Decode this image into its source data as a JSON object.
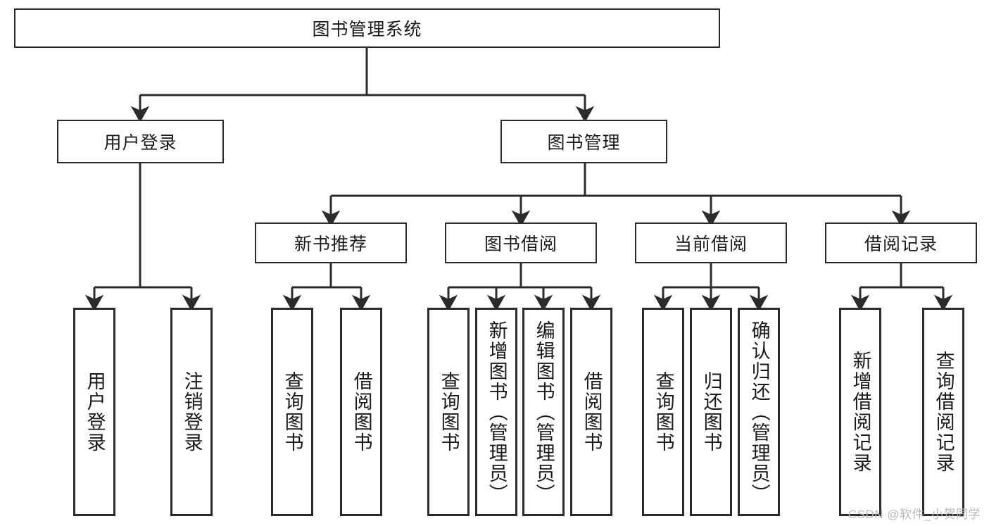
{
  "diagram": {
    "title": "图书管理系统",
    "type": "tree",
    "root": {
      "label": "图书管理系统"
    },
    "level2": [
      {
        "label": "用户登录"
      },
      {
        "label": "图书管理"
      }
    ],
    "level3": [
      {
        "label": "新书推荐"
      },
      {
        "label": "图书借阅"
      },
      {
        "label": "当前借阅"
      },
      {
        "label": "借阅记录"
      }
    ],
    "leaves": {
      "user_login": [
        {
          "label": "用户登录"
        },
        {
          "label": "注销登录"
        }
      ],
      "new_book": [
        {
          "label": "查询图书"
        },
        {
          "label": "借阅图书"
        }
      ],
      "book_borrow": [
        {
          "label": "查询图书"
        },
        {
          "label": "新增图书（管理员）"
        },
        {
          "label": "编辑图书（管理员）"
        },
        {
          "label": "借阅图书"
        }
      ],
      "current_borrow": [
        {
          "label": "查询图书"
        },
        {
          "label": "归还图书"
        },
        {
          "label": "确认归还（管理员）"
        }
      ],
      "borrow_record": [
        {
          "label": "新增借阅记录"
        },
        {
          "label": "查询借阅记录"
        }
      ]
    },
    "colors": {
      "border": "#2b2b2b",
      "background": "#ffffff",
      "text": "#1a1a1a",
      "watermark": "#b9b9b9"
    }
  },
  "watermark": {
    "text": "CSDN @软件_小贺同学"
  }
}
